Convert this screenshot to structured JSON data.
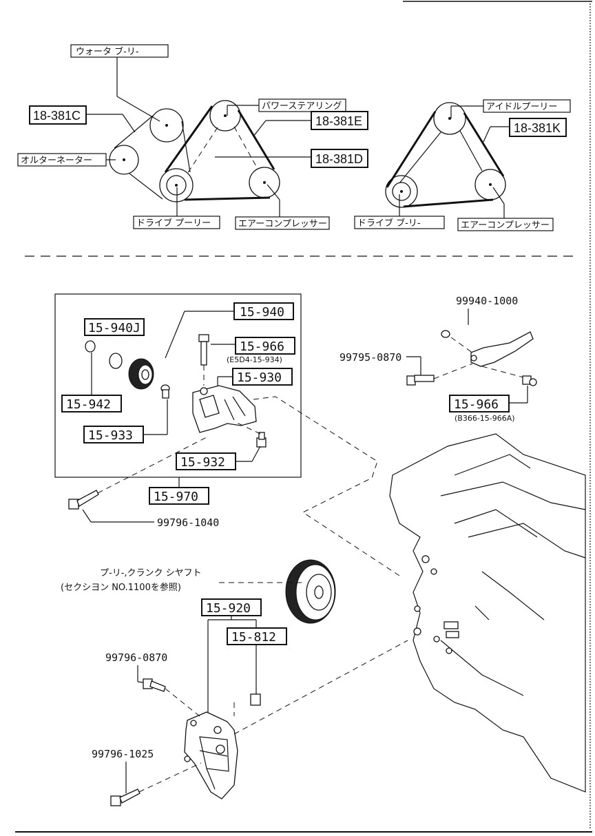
{
  "belt_left": {
    "water_pump_pulley": "ウォータ ブ-リ-",
    "power_steering": "パワーステアリング",
    "alternator": "オルターネーター",
    "drive_pulley": "ドライブ プーリー",
    "air_compressor": "エアーコンプレッサー",
    "code_c": "18-381C",
    "code_e": "18-381E",
    "code_d": "18-381D"
  },
  "belt_right": {
    "idler_pulley": "アイドルプーリー",
    "drive_pulley": "ドライブ ブ-リ-",
    "air_compressor": "エアーコンプレッサー",
    "code_k": "18-381K"
  },
  "parts": {
    "p15_940": "15-940",
    "p15_940J": "15-940J",
    "p15_966": "15-966",
    "p15_966_note": "(E5D4-15-934)",
    "p15_930": "15-930",
    "p15_942": "15-942",
    "p15_933": "15-933",
    "p15_932": "15-932",
    "p15_970": "15-970",
    "b99796_1040": "99796-1040",
    "b99940_1000": "99940-1000",
    "b99795_0870": "99795-0870",
    "p15_966b": "15-966",
    "p15_966b_note": "(B366-15-966A)",
    "crank_line1": "プ-リ-,クランク シヤフト",
    "crank_line2": "(セクシヨン NO.1100を参照)",
    "p15_920": "15-920",
    "p15_812": "15-812",
    "b99796_0870": "99796-0870",
    "b99796_1025": "99796-1025"
  }
}
